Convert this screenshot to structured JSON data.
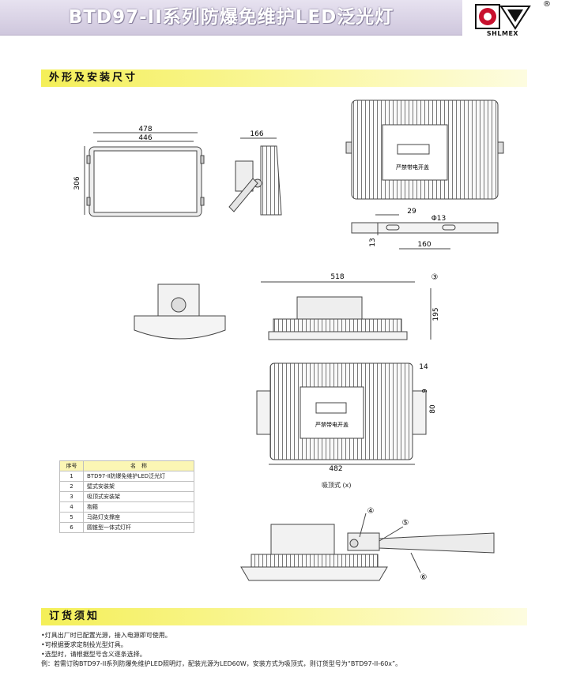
{
  "header": {
    "title": "BTD97-II系列防爆免维护LED泛光灯",
    "logo_text": "SHLMEX",
    "registered_mark": "®"
  },
  "sections": {
    "dimensions": "外形及安装尺寸",
    "ordering": "订货须知"
  },
  "drawing": {
    "width_outer": "478",
    "width_inner": "446",
    "height": "306",
    "depth": "166",
    "dim_29": "29",
    "hole": "Φ13",
    "dim_13": "13",
    "dim_160": "160",
    "width_518": "518",
    "height_195": "195",
    "dim_14": "14",
    "dim_9": "9",
    "dim_80": "80",
    "width_482": "482",
    "warning_label": "严禁带电开盖",
    "callout_3": "③",
    "callout_4": "④",
    "callout_5": "⑤",
    "callout_6": "⑥",
    "ceiling_caption": "吸顶式 (x)"
  },
  "parts_table": {
    "headers": [
      "序号",
      "名　称"
    ],
    "rows": [
      {
        "no": "1",
        "name": "BTD97-Ⅱ防爆免维护LED泛光灯"
      },
      {
        "no": "2",
        "name": "壁式安装架"
      },
      {
        "no": "3",
        "name": "吸顶式安装架"
      },
      {
        "no": "4",
        "name": "抱箍"
      },
      {
        "no": "5",
        "name": "马路灯支撑座"
      },
      {
        "no": "6",
        "name": "圆锥型一体式灯杆"
      }
    ]
  },
  "notes": [
    "•灯具出厂时已配置光源，接入电源即可使用。",
    "•可根据要求定制投光型灯具。",
    "•选型时，请根据型号含义逐条选择。",
    "   例：若需订购BTD97-II系列防爆免维护LED照明灯，配装光源为LED60W，安装方式为吸顶式，则订货型号为“BTD97-II-60x”。"
  ],
  "colors": {
    "banner": "#d8d1e4",
    "section_bar": "#f4ef58",
    "table_header": "#fbf6b4",
    "logo_red": "#c8102e"
  }
}
